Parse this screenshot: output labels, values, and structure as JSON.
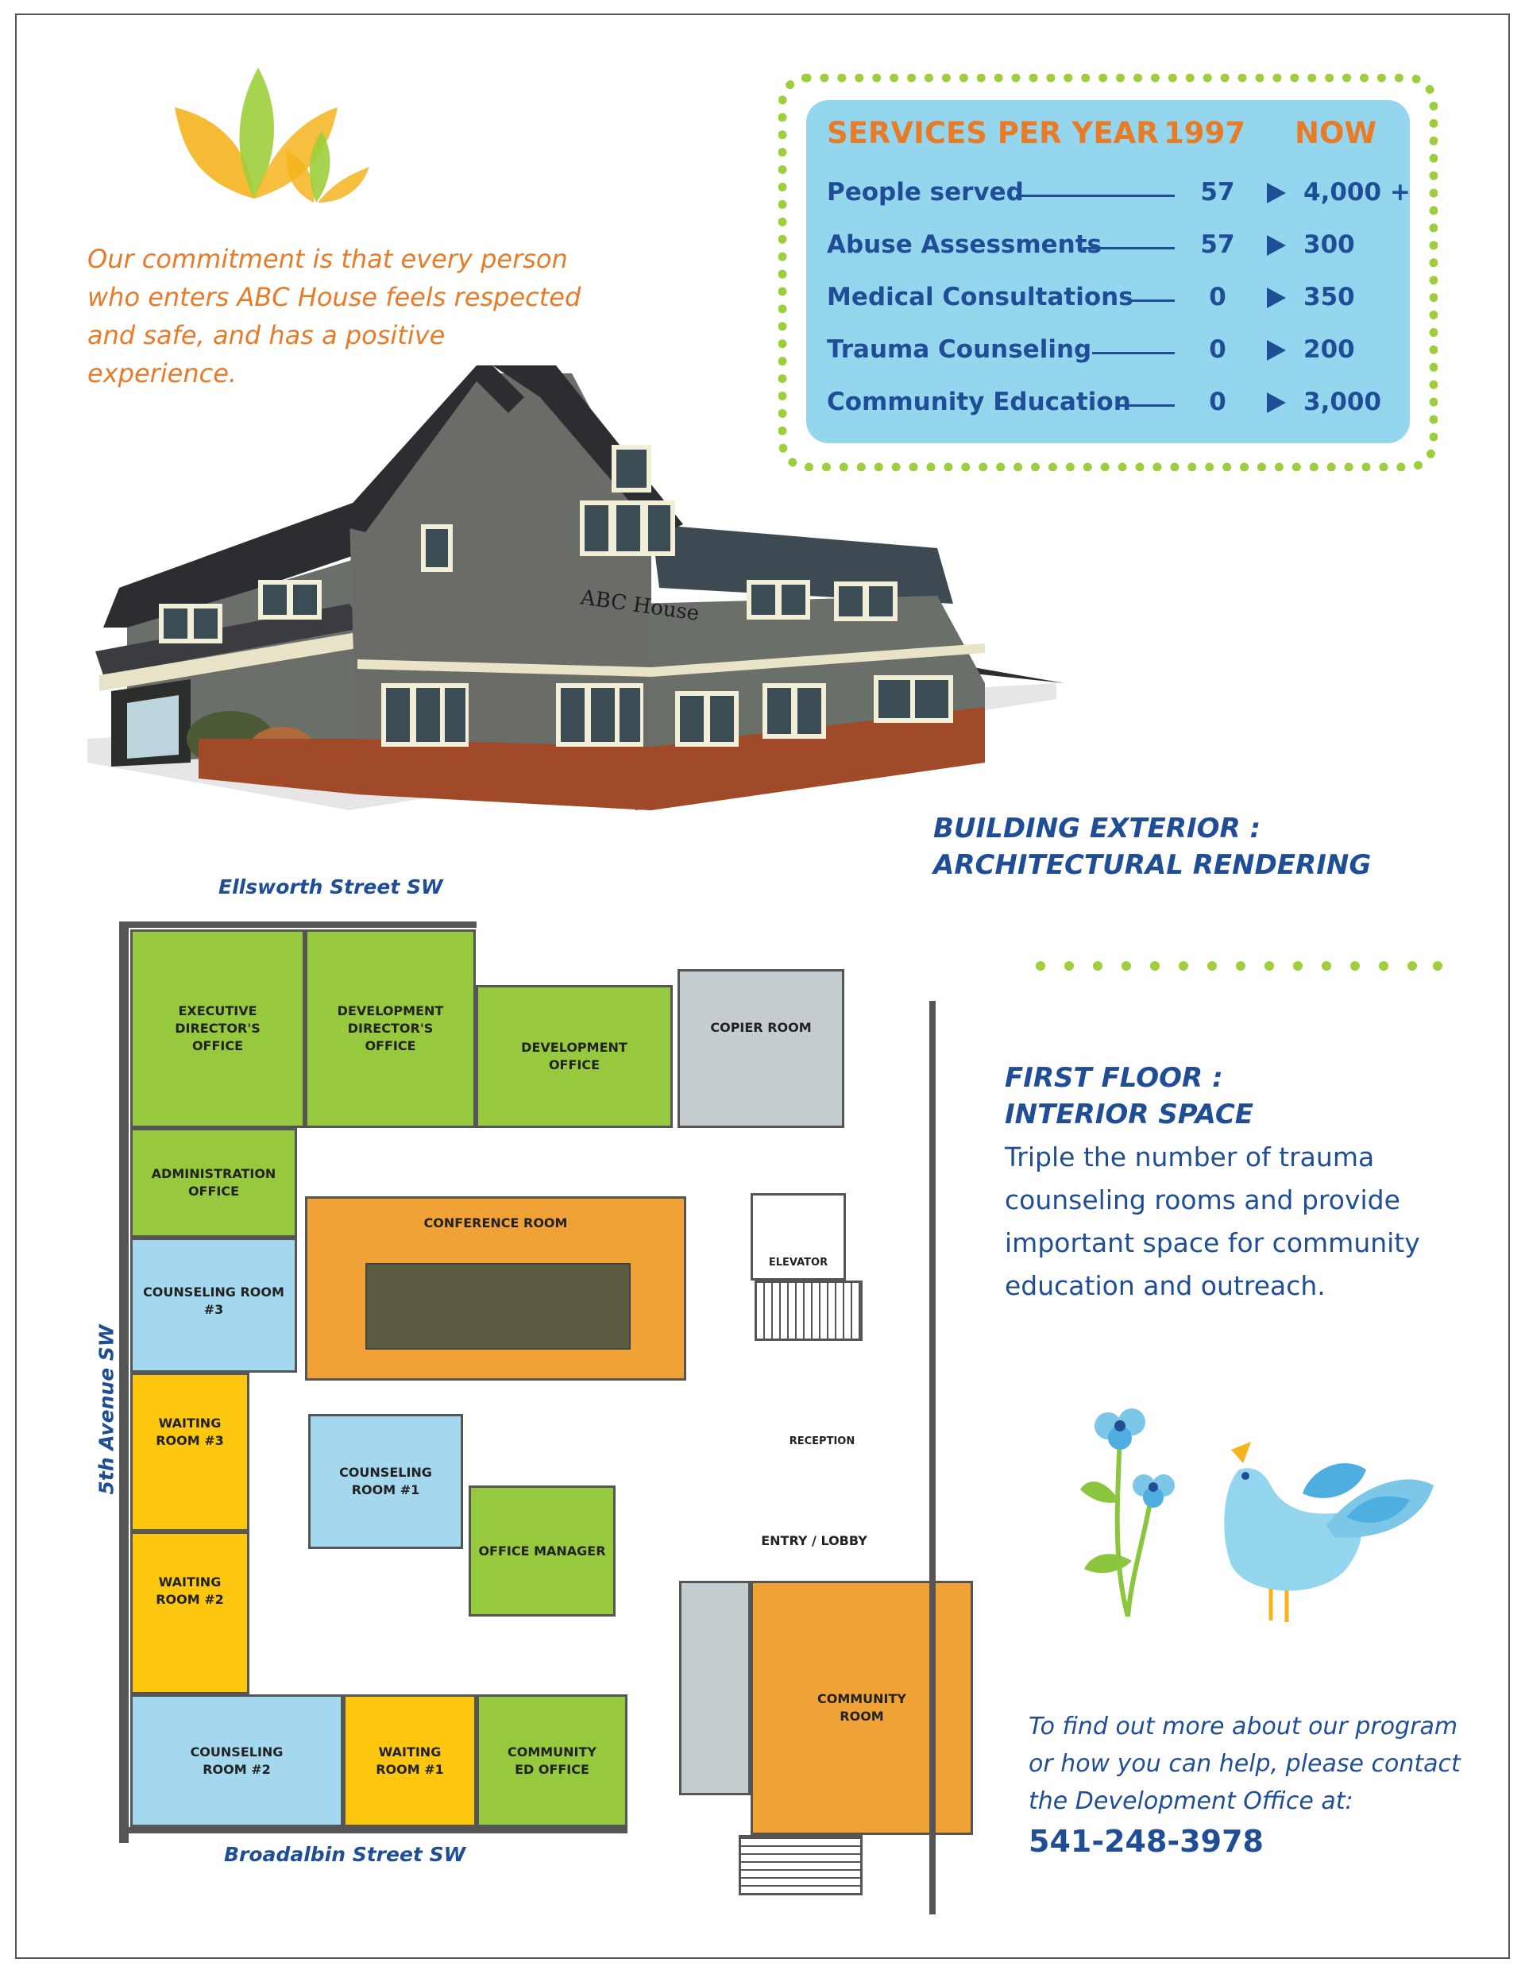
{
  "commitment": {
    "lines": [
      "Our commitment is that every person",
      "who enters ABC House feels respected",
      "and safe, and has a positive experience."
    ]
  },
  "stats": {
    "heading": "SERVICES PER YEAR",
    "col_1997": "1997",
    "col_now": "NOW",
    "rows": [
      {
        "label": "People served",
        "then": "57",
        "now": "4,000 +"
      },
      {
        "label": "Abuse Assessments",
        "then": "57",
        "now": "300"
      },
      {
        "label": "Medical Consultations",
        "then": "0",
        "now": "350"
      },
      {
        "label": "Trauma Counseling",
        "then": "0",
        "now": "200"
      },
      {
        "label": "Community Education",
        "then": "0",
        "now": "3,000"
      }
    ]
  },
  "building": {
    "sign": "ABC House",
    "caption_line1": "BUILDING EXTERIOR :",
    "caption_line2": "ARCHITECTURAL RENDERING"
  },
  "floorplan": {
    "streets": {
      "north": "Ellsworth Street SW",
      "south": "Broadalbin Street SW",
      "west": "5th Avenue SW"
    },
    "rooms": {
      "exec_director": "EXECUTIVE\nDIRECTOR'S\nOFFICE",
      "dev_director": "DEVELOPMENT\nDIRECTOR'S\nOFFICE",
      "dev_office": "DEVELOPMENT\nOFFICE",
      "copier": "COPIER ROOM",
      "admin": "ADMINISTRATION\nOFFICE",
      "conference": "CONFERENCE ROOM",
      "counseling3": "COUNSELING ROOM\n#3",
      "elevator": "ELEVATOR",
      "waiting3": "WAITING\nROOM #3",
      "counseling1": "COUNSELING\nROOM #1",
      "reception": "RECEPTION",
      "office_manager": "OFFICE MANAGER",
      "entry_lobby": "ENTRY / LOBBY",
      "waiting2": "WAITING\nROOM #2",
      "community_room": "COMMUNITY\nROOM",
      "counseling2": "COUNSELING\nROOM #2",
      "waiting1": "WAITING\nROOM #1",
      "community_ed": "COMMUNITY\nED OFFICE"
    }
  },
  "interior": {
    "heading_line1": "FIRST FLOOR :",
    "heading_line2": "INTERIOR SPACE",
    "description_lines": [
      "Triple the number of trauma",
      "counseling rooms and provide",
      "important space for community",
      "education and outreach."
    ]
  },
  "contact": {
    "lines": [
      "To find out more about our program",
      "or how you can help, please contact",
      "the Development Office at:"
    ],
    "phone": "541-248-3978"
  },
  "colors": {
    "orange": "#e97b26",
    "navy": "#1f4e96",
    "sky": "#95d6ef",
    "lime": "#9ccf3b",
    "green_room": "#96c93d",
    "blue_room": "#a4d8ef",
    "yellow_room": "#fec70f",
    "orange_room": "#f0a236",
    "gray_room": "#c5ccd0"
  }
}
